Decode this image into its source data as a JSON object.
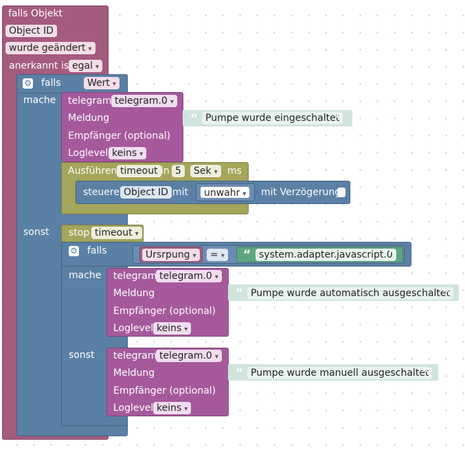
{
  "event_block": {
    "title": "falls Objekt",
    "object_field": "Object ID",
    "trigger_dropdown": "wurde geändert",
    "ack_label": "anerkannt ist",
    "ack_dropdown": "egal"
  },
  "outer_if": {
    "falls_label": "falls",
    "condition_dropdown": "Wert",
    "mache_label": "mache",
    "sonst_label": "sonst"
  },
  "telegram_on": {
    "title": "telegram",
    "instance": "telegram.0",
    "meldung_label": "Meldung",
    "message": "Pumpe wurde eingeschaltet",
    "empfaenger_label": "Empfänger (optional)",
    "loglevel_label": "Loglevel",
    "loglevel_value": "keins"
  },
  "timeout_block": {
    "ausfuehren_label": "Ausführen",
    "name": "timeout",
    "in_label": "in",
    "delay": "5",
    "unit": "Sek",
    "ms_label": "ms"
  },
  "control_block": {
    "steuere_label": "steuere",
    "object_field": "Object ID",
    "mit_label": "mit",
    "value_dropdown": "unwahr",
    "delay_label": "mit Verzögerung"
  },
  "stop_block": {
    "stop_label": "stop",
    "name": "timeout"
  },
  "inner_if": {
    "falls_label": "falls",
    "left_dropdown": "Ursrpung",
    "operator": "=",
    "right_string": "system.adapter.javascript.0",
    "mache_label": "mache",
    "sonst_label": "sonst"
  },
  "telegram_auto": {
    "title": "telegram",
    "instance": "telegram.0",
    "meldung_label": "Meldung",
    "message": "Pumpe wurde automatisch ausgeschaltet",
    "empfaenger_label": "Empfänger (optional)",
    "loglevel_label": "Loglevel",
    "loglevel_value": "keins"
  },
  "telegram_manual": {
    "title": "telegram",
    "instance": "telegram.0",
    "meldung_label": "Meldung",
    "message": "Pumpe wurde manuell ausgeschaltet",
    "empfaenger_label": "Empfänger (optional)",
    "loglevel_label": "Loglevel",
    "loglevel_value": "keins"
  },
  "icons": {
    "dropdown": "▾",
    "gear": "⚙",
    "quote_open": "“",
    "quote_close": "”"
  },
  "colors": {
    "event": "#a55b80",
    "logic": "#5b80a5",
    "telegram": "#a5599c",
    "timer": "#a5a55b",
    "text": "#cfe4dc",
    "string": "#5ba580"
  }
}
